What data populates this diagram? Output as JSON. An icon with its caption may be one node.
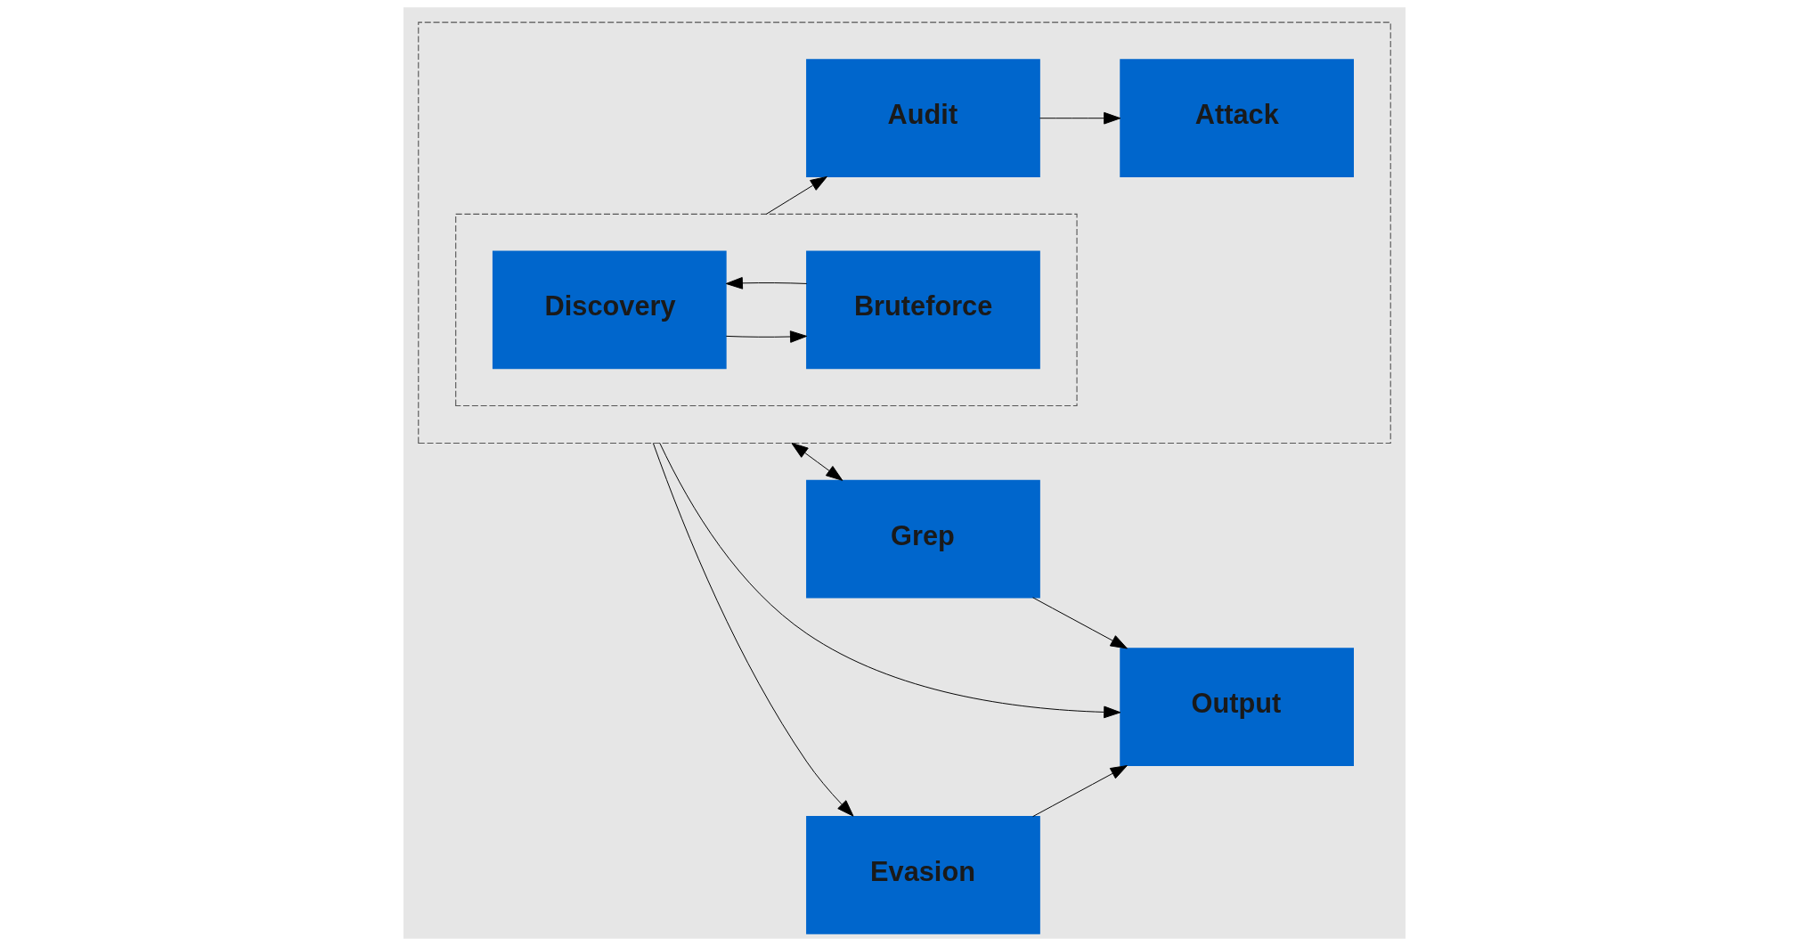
{
  "diagram": {
    "nodes": [
      {
        "text": [],
        "shape": "box"
      },
      {
        "text": [],
        "shape": "box",
        "in": 0
      },
      {
        "text": [
          "Discovery"
        ],
        "in": 1
      },
      {
        "text": [
          "Bruteforce"
        ],
        "in": 1
      },
      {
        "text": [
          "Audit"
        ],
        "in": 0
      },
      {
        "text": [
          "Attack"
        ],
        "in": 0
      },
      {
        "text": [
          "Grep"
        ]
      },
      {
        "text": [
          "Output"
        ]
      },
      {
        "text": [
          "Evasion"
        ]
      }
    ],
    "edges": [
      {
        "from": 2,
        "to": 3,
        "arrow": "to"
      },
      {
        "from": 3,
        "to": 2,
        "arrow": "to"
      },
      {
        "from": 1,
        "to": 4,
        "arrow": "to"
      },
      {
        "from": 4,
        "to": 5,
        "arrow": "to"
      },
      {
        "from": 0,
        "to": 6,
        "arrow": "both"
      },
      {
        "from": 0,
        "to": 7,
        "arrow": "to"
      },
      {
        "from": 0,
        "to": 8,
        "arrow": "to"
      },
      {
        "from": 6,
        "to": 7,
        "arrow": "to"
      },
      {
        "from": 8,
        "to": 7,
        "arrow": "to"
      }
    ]
  }
}
